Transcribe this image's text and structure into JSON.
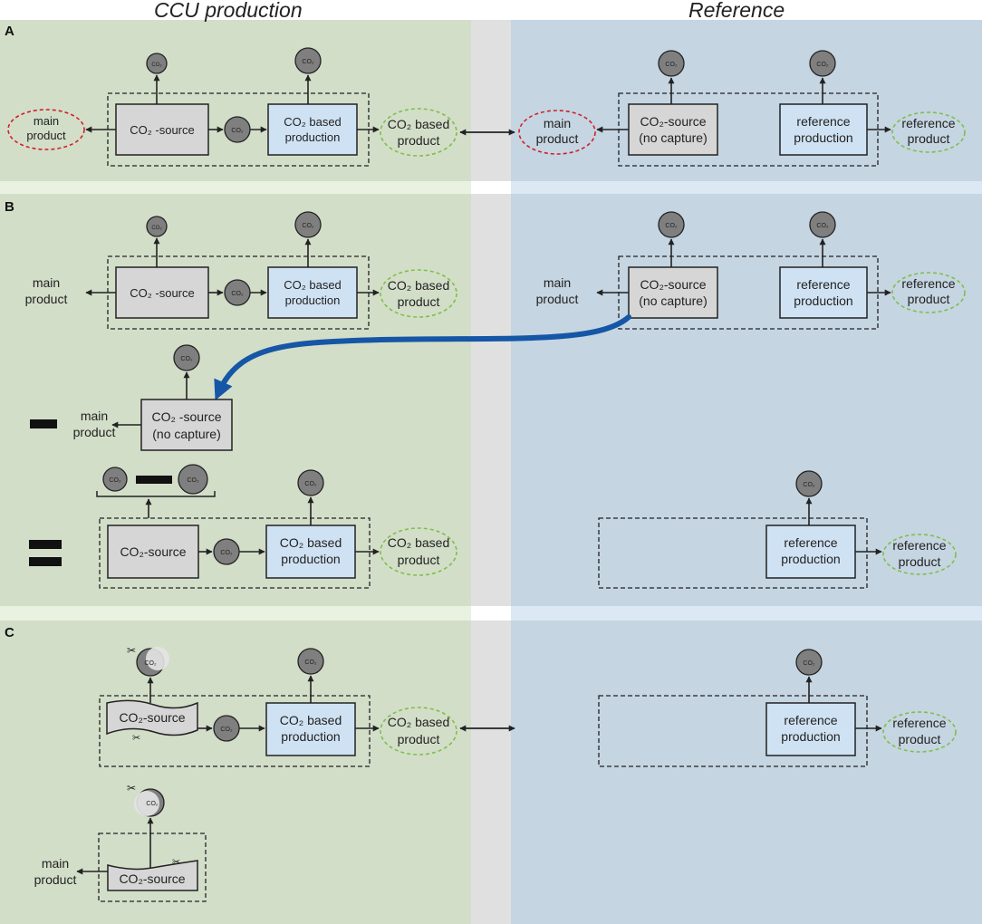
{
  "columns": {
    "left_title": "CCU production",
    "right_title": "Reference"
  },
  "panels": {
    "a": "A",
    "b": "B",
    "c": "C"
  },
  "labels": {
    "main_product": [
      "main",
      "product"
    ],
    "co2_source": "CO₂ -source",
    "co2_source_tight": "CO₂-source",
    "co2_source_nocap": [
      "CO₂-source",
      "(no capture)"
    ],
    "co2_source_nocap_b": [
      "CO₂ -source",
      "(no capture)"
    ],
    "co2_based_production": [
      "CO₂ based",
      "production"
    ],
    "co2_based_product": [
      "CO₂ based",
      "product"
    ],
    "reference_production": [
      "reference",
      "production"
    ],
    "reference_product": [
      "reference",
      "product"
    ],
    "co2_circle": "CO₂"
  },
  "colors": {
    "ccu_bg": "#d3dec9",
    "ref_bg": "#c5d5e2",
    "gap_bg": "#e0e0e0",
    "grey_box": "#d6d6d6",
    "blue_box": "#cfe2f3",
    "co2_circle": "#7f7f7f",
    "main_product_dash": "#d0202a",
    "product_dash": "#7fbf4a",
    "shift_arrow": "#1556a6"
  }
}
